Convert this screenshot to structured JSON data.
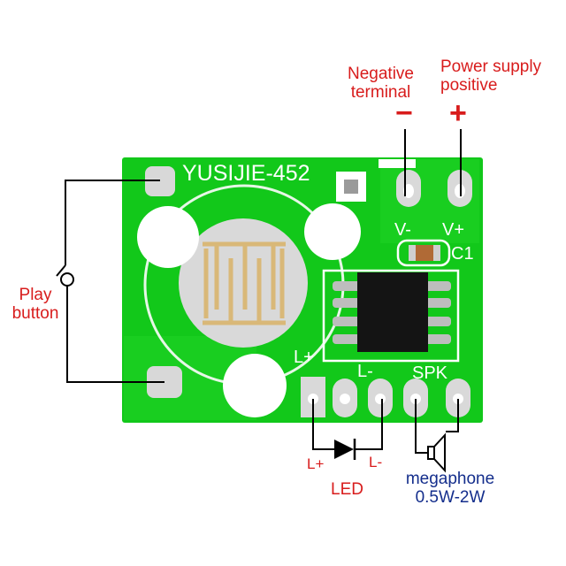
{
  "board": {
    "model": "YUSIJIE-452",
    "pad_labels": {
      "v_minus": "V-",
      "v_plus": "V+",
      "c1": "C1",
      "l_plus": "L+",
      "l_minus": "L-",
      "spk": "SPK"
    }
  },
  "annotations": {
    "negative_terminal": {
      "line1": "Negative",
      "line2": "terminal",
      "sign": "−"
    },
    "power_positive": {
      "line1": "Power supply",
      "line2": "positive",
      "sign": "+"
    },
    "play_button": {
      "line1": "Play",
      "line2": "button"
    },
    "led": {
      "plus": "L+",
      "minus": "L-",
      "name": "LED"
    },
    "speaker": {
      "line1": "megaphone",
      "line2": "0.5W-2W"
    }
  },
  "colors": {
    "pcb_green": "#12c81a",
    "pad_gold": "#d9b878",
    "chip_black": "#141414",
    "annotation_red": "#d81c1c",
    "annotation_blue": "#142e8c"
  }
}
